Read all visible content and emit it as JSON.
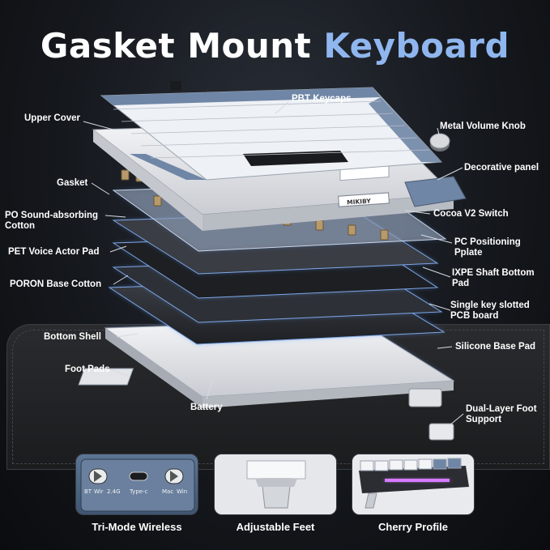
{
  "title": {
    "part1": "Gasket Mount",
    "part2": "Keyboard"
  },
  "brand": "MIKIBY",
  "labels": {
    "upper_cover": "Upper Cover",
    "pbt_keycaps": "PBT Keycaps",
    "metal_knob": "Metal Volume Knob",
    "decorative_panel": "Decorative panel",
    "gasket": "Gasket",
    "cocoa_switch": "Cocoa V2 Switch",
    "po_cotton_1": "PO Sound-absorbing",
    "po_cotton_2": "Cotton",
    "pc_plate_1": "PC Positioning",
    "pc_plate_2": "Pplate",
    "pet_pad": "PET Voice Actor Pad",
    "ixpe_1": "IXPE Shaft Bottom",
    "ixpe_2": "Pad",
    "poron": "PORON Base Cotton",
    "pcb_1": "Single key slotted",
    "pcb_2": "PCB board",
    "bottom_shell": "Bottom Shell",
    "silicone": "Silicone Base Pad",
    "foot_pads": "Foot Pads",
    "battery": "Battery",
    "dual_foot_1": "Dual-Layer Foot",
    "dual_foot_2": "Support"
  },
  "switch_panel": {
    "bt": "BT",
    "wir": "Wir",
    "g24": "2.4G",
    "typec": "Type-c",
    "mac": "Mac",
    "win": "Win"
  },
  "captions": {
    "tri_mode": "Tri-Mode Wireless",
    "adjustable": "Adjustable Feet",
    "cherry": "Cherry Profile"
  },
  "colors": {
    "accent_blue": "#8fb6ee",
    "glow": "#6aa2ff",
    "keycap_blue": "#6f86a6",
    "keycap_white": "#eef1f5"
  }
}
